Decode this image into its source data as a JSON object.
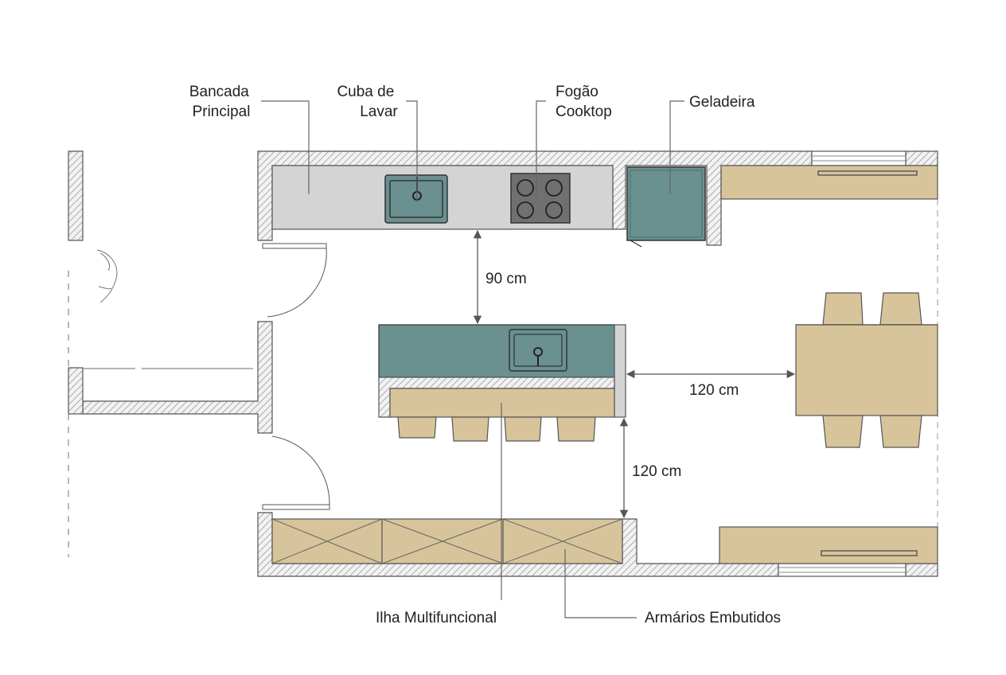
{
  "labels": {
    "bancada_line1": "Bancada",
    "bancada_line2": "Principal",
    "cuba_line1": "Cuba de",
    "cuba_line2": "Lavar",
    "fogao_line1": "Fogão",
    "fogao_line2": "Cooktop",
    "geladeira": "Geladeira",
    "ilha": "Ilha Multifuncional",
    "armarios": "Armários Embutidos"
  },
  "dimensions": {
    "counter_to_island": "90 cm",
    "island_to_table": "120 cm",
    "island_to_cabinets": "120 cm"
  },
  "colors": {
    "wall_hatch": "#9a9a9a",
    "countertop": "#d4d4d4",
    "teal": "#6a9090",
    "wood": "#d7c49a",
    "cooktop": "#707070",
    "line": "#555555"
  }
}
